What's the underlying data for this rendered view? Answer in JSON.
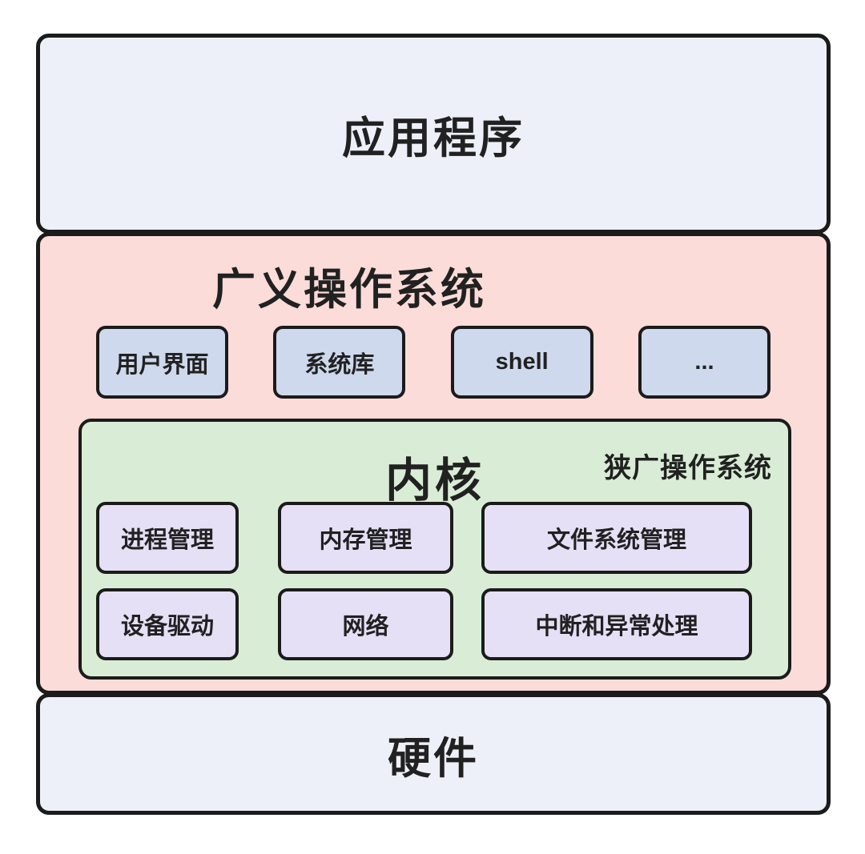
{
  "colors": {
    "page_bg": "#ffffff",
    "border": "#1b1b1b",
    "text": "#212121",
    "app_bg": "#edf0f8",
    "broad_os_bg": "#fbdcd9",
    "component_bg": "#cfd9ed",
    "kernel_bg": "#d9edd6",
    "module_bg": "#e6e0f6"
  },
  "layers": {
    "application": {
      "label": "应用程序"
    },
    "broad_os": {
      "label": "广义操作系统",
      "components": [
        {
          "label": "用户界面"
        },
        {
          "label": "系统库"
        },
        {
          "label": "shell"
        },
        {
          "label": "..."
        }
      ],
      "kernel": {
        "label": "内核",
        "annotation": "狭广操作系统",
        "modules_row1": [
          {
            "label": "进程管理"
          },
          {
            "label": "内存管理"
          },
          {
            "label": "文件系统管理"
          }
        ],
        "modules_row2": [
          {
            "label": "设备驱动"
          },
          {
            "label": "网络"
          },
          {
            "label": "中断和异常处理"
          }
        ]
      }
    },
    "hardware": {
      "label": "硬件"
    }
  }
}
